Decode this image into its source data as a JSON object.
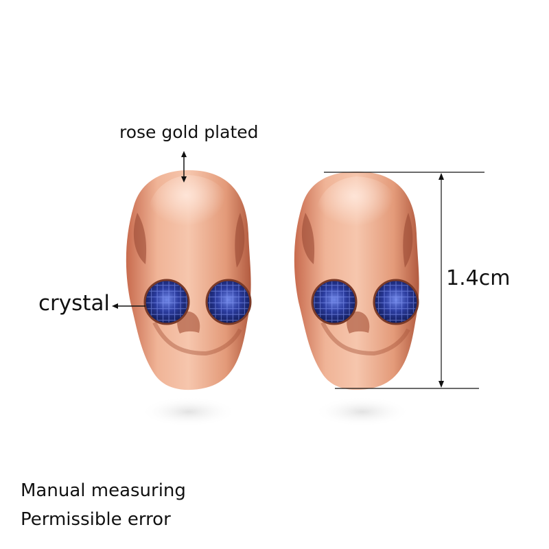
{
  "annotations": {
    "material_label": "rose gold plated",
    "stone_label": "crystal",
    "size_label": "1.4cm"
  },
  "notes": {
    "line1": "Manual measuring",
    "line2": "Permissible error"
  },
  "product": {
    "name_icon": "skull-earring-icon",
    "metal_color": "#e8a07f",
    "stone_color": "#2a3a9a"
  }
}
